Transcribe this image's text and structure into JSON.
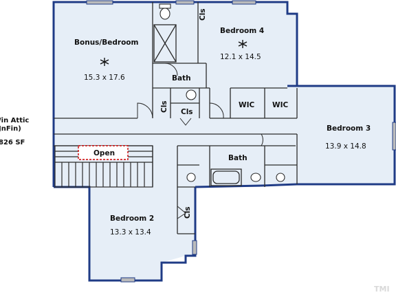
{
  "plan": {
    "colors": {
      "floor": "#e6eef7",
      "wall": "#1f3b86",
      "line": "#2b2b2b",
      "open": "#d00000",
      "window": "#bbbbbb"
    },
    "rooms": {
      "bonus": {
        "name": "Bonus/Bedroom",
        "dims": "15.3 x 17.6"
      },
      "bedroom4": {
        "name": "Bedroom 4",
        "dims": "12.1 x 14.5"
      },
      "bedroom3": {
        "name": "Bedroom 3",
        "dims": "13.9 x 14.8"
      },
      "bedroom2": {
        "name": "Bedroom 2",
        "dims": "13.3 x 13.4"
      }
    },
    "labels": {
      "bath_top": "Bath",
      "bath_bottom": "Bath",
      "cls_top": "Cls",
      "cls_left": "Cls",
      "cls_mid": "Cls",
      "cls_bed2": "Cls",
      "wic1": "WIC",
      "wic2": "WIC",
      "open": "Open"
    },
    "side_note": {
      "line1": "/in Attic",
      "line2": "JnFin)",
      "line3": "826 SF"
    },
    "watermark": "TMI"
  }
}
